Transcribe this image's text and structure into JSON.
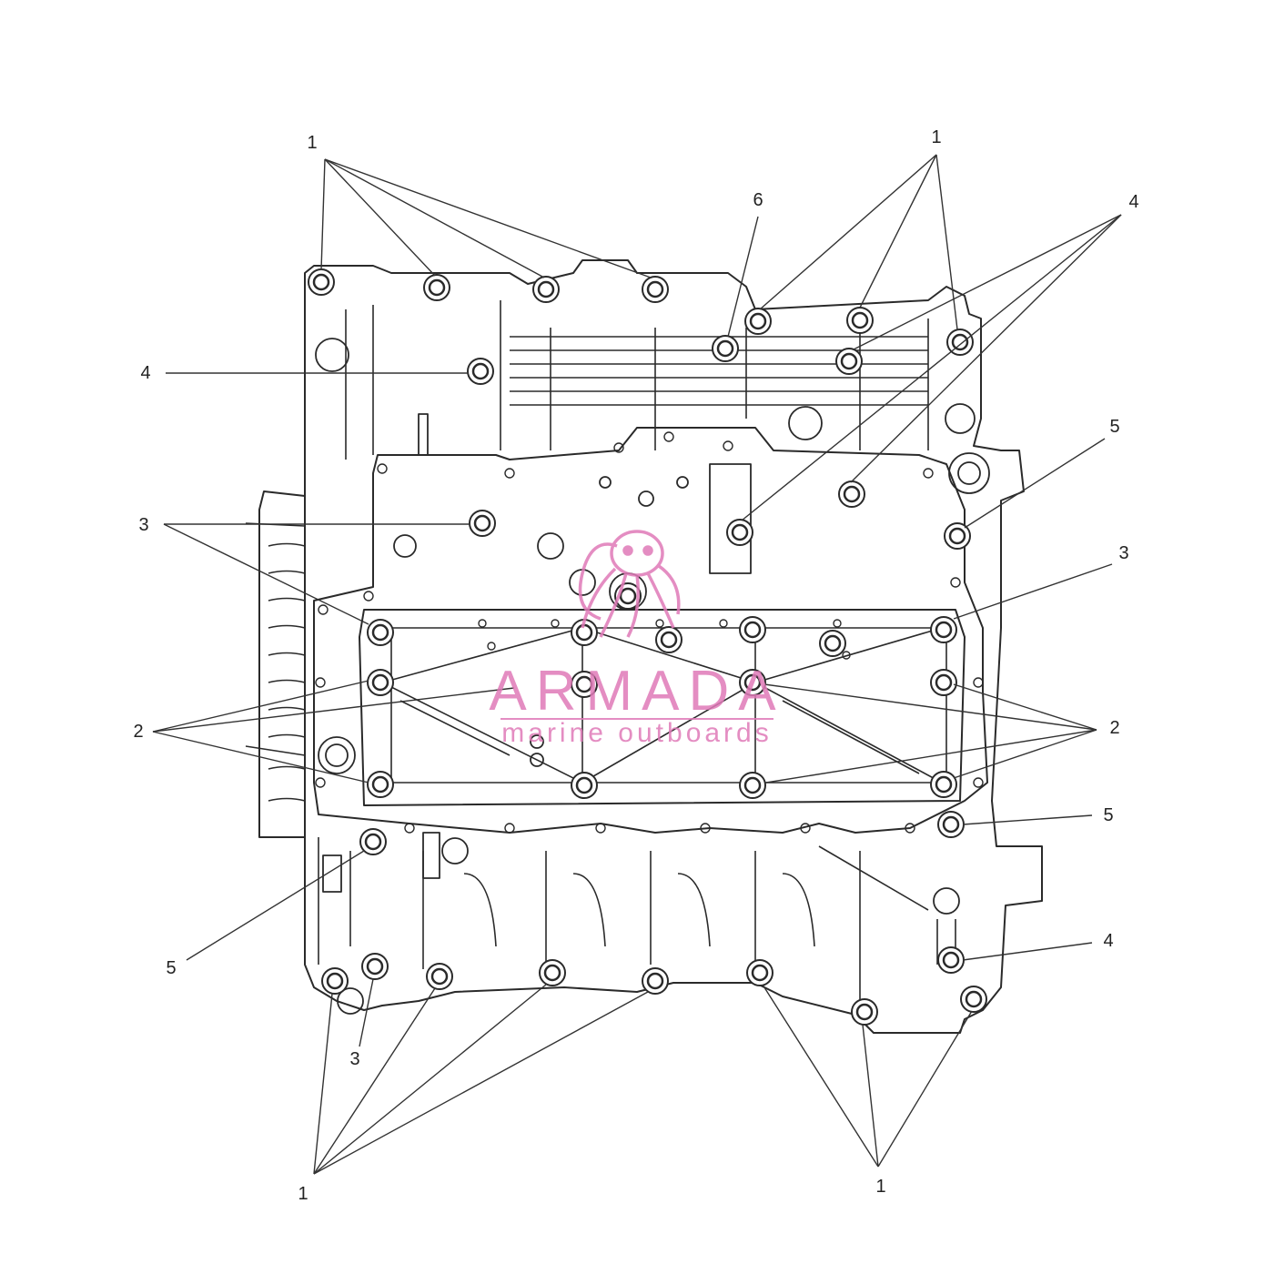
{
  "callouts": [
    {
      "id": "c1-top-left",
      "text": "1"
    },
    {
      "id": "c1-top-right",
      "text": "1"
    },
    {
      "id": "c6",
      "text": "6"
    },
    {
      "id": "c4-top-right",
      "text": "4"
    },
    {
      "id": "c4-left",
      "text": "4"
    },
    {
      "id": "c5-right",
      "text": "5"
    },
    {
      "id": "c3-left",
      "text": "3"
    },
    {
      "id": "c3-right",
      "text": "3"
    },
    {
      "id": "c2-left",
      "text": "2"
    },
    {
      "id": "c2-right",
      "text": "2"
    },
    {
      "id": "c5-lower-right",
      "text": "5"
    },
    {
      "id": "c4-lower-right",
      "text": "4"
    },
    {
      "id": "c5-left",
      "text": "5"
    },
    {
      "id": "c3-bottom",
      "text": "3"
    },
    {
      "id": "c1-bottom-left",
      "text": "1"
    },
    {
      "id": "c1-bottom-right",
      "text": "1"
    }
  ],
  "watermark": {
    "brand": "ARMADA",
    "tagline": "marine outboards",
    "color": "#e07ab8"
  },
  "colors": {
    "line": "#2a2a2a",
    "leader": "#333333"
  },
  "icons": {
    "logo": "octopus-logo-icon"
  }
}
